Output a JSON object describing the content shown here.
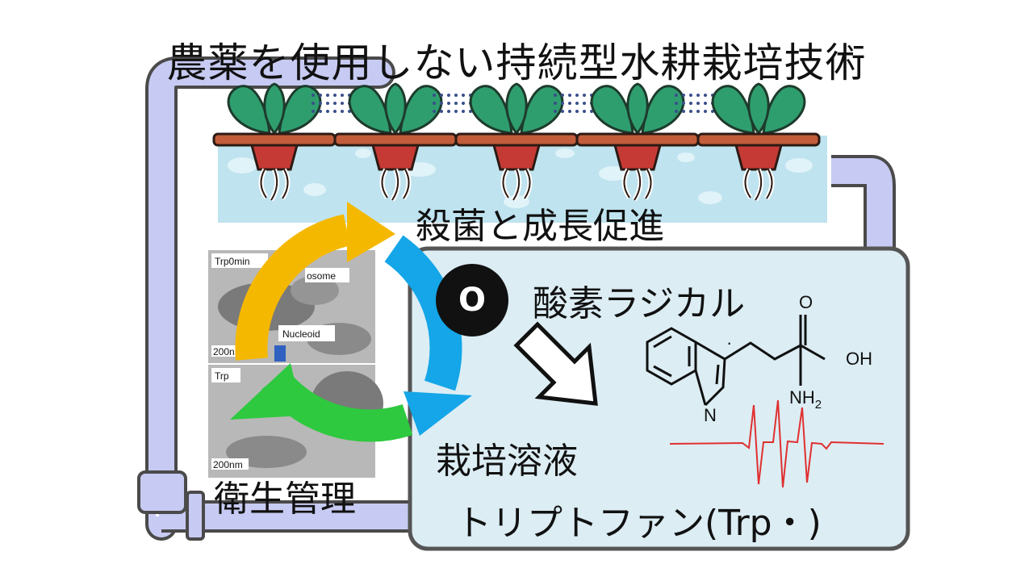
{
  "title": "農薬を使用しない持続型水耕栽培技術",
  "labels": {
    "sterilize": "殺菌と成長促進",
    "oxygen_badge": "O",
    "oxygen_radical": "酸素ラジカル",
    "culture_solution": "栽培溶液",
    "tryptophan": "トリプトファン(Trp・)",
    "hygiene": "衛生管理"
  },
  "molecule": {
    "oh": "OH",
    "o": "O",
    "nh2": "NH",
    "nh2_sub": "2",
    "n": "N",
    "radical_dot": "·"
  },
  "micrograph": {
    "top_label": "Trp0min",
    "bottom_label": "Trp",
    "ribosome": "osome",
    "nucleoid": "Nucleoid",
    "scale_top": "200nm",
    "scale_bottom": "200nm"
  },
  "colors": {
    "pipe": "#c7cbf3",
    "pipe_outline": "#4a4a4a",
    "water": "#bfe3ef",
    "leaf": "#2f9e6e",
    "pot": "#c63a35",
    "tray": "#c25c3a",
    "panel": "#dcedf4",
    "arrow_yellow": "#f5b800",
    "arrow_blue": "#14a6e8",
    "arrow_green": "#2ec93f",
    "esr": "#e03030"
  }
}
